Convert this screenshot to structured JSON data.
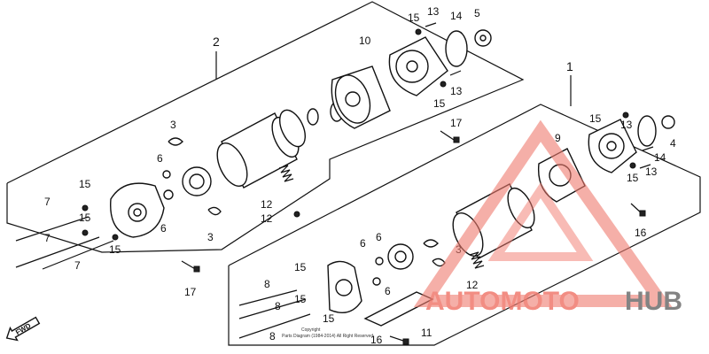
{
  "diagram": {
    "group_labels": {
      "upper_assembly": "2",
      "lower_assembly": "1"
    },
    "upper_labels": [
      {
        "name": "callout-15-top",
        "text": "15"
      },
      {
        "name": "callout-13-top",
        "text": "13"
      },
      {
        "name": "callout-14-top",
        "text": "14"
      },
      {
        "name": "callout-5",
        "text": "5"
      },
      {
        "name": "callout-10",
        "text": "10"
      },
      {
        "name": "callout-13-mid",
        "text": "13"
      },
      {
        "name": "callout-15-mid",
        "text": "15"
      },
      {
        "name": "callout-17-top",
        "text": "17"
      },
      {
        "name": "callout-3-top",
        "text": "3"
      },
      {
        "name": "callout-6-a",
        "text": "6"
      },
      {
        "name": "callout-6-b",
        "text": "6"
      },
      {
        "name": "callout-3-bottom",
        "text": "3"
      },
      {
        "name": "callout-12-a",
        "text": "12"
      },
      {
        "name": "callout-12-b",
        "text": "12"
      },
      {
        "name": "callout-15-left-a",
        "text": "15"
      },
      {
        "name": "callout-15-left-b",
        "text": "15"
      },
      {
        "name": "callout-15-left-c",
        "text": "15"
      },
      {
        "name": "callout-7-a",
        "text": "7"
      },
      {
        "name": "callout-7-b",
        "text": "7"
      },
      {
        "name": "callout-7-c",
        "text": "7"
      },
      {
        "name": "callout-17-left",
        "text": "17"
      }
    ],
    "lower_labels": [
      {
        "name": "callout-15-right",
        "text": "15"
      },
      {
        "name": "callout-13-right-a",
        "text": "13"
      },
      {
        "name": "callout-4",
        "text": "4"
      },
      {
        "name": "callout-9",
        "text": "9"
      },
      {
        "name": "callout-14-right",
        "text": "14"
      },
      {
        "name": "callout-13-right-b",
        "text": "13"
      },
      {
        "name": "callout-15-right-b",
        "text": "15"
      },
      {
        "name": "callout-16-right",
        "text": "16"
      },
      {
        "name": "callout-3-lower",
        "text": "3"
      },
      {
        "name": "callout-6-lower-a",
        "text": "6"
      },
      {
        "name": "callout-6-lower-b",
        "text": "6"
      },
      {
        "name": "callout-6-lower-c",
        "text": "6"
      },
      {
        "name": "callout-15-lower-a",
        "text": "15"
      },
      {
        "name": "callout-15-lower-b",
        "text": "15"
      },
      {
        "name": "callout-15-lower-c",
        "text": "15"
      },
      {
        "name": "callout-8-a",
        "text": "8"
      },
      {
        "name": "callout-8-b",
        "text": "8"
      },
      {
        "name": "callout-8-c",
        "text": "8"
      },
      {
        "name": "callout-12-lower",
        "text": "12"
      },
      {
        "name": "callout-11",
        "text": "11"
      },
      {
        "name": "callout-16-bottom",
        "text": "16"
      }
    ],
    "fwd_arrow_label": "FWD",
    "copyright_line1": "Copyright",
    "copyright_line2": "Parts Diagram (1984-2014) All Right Reserved"
  },
  "watermark": {
    "brand_part1": "AUTOMOTO",
    "brand_part2": "HUB",
    "colors": {
      "accent": "#f07a6e",
      "gray": "#6e6e6e"
    }
  }
}
